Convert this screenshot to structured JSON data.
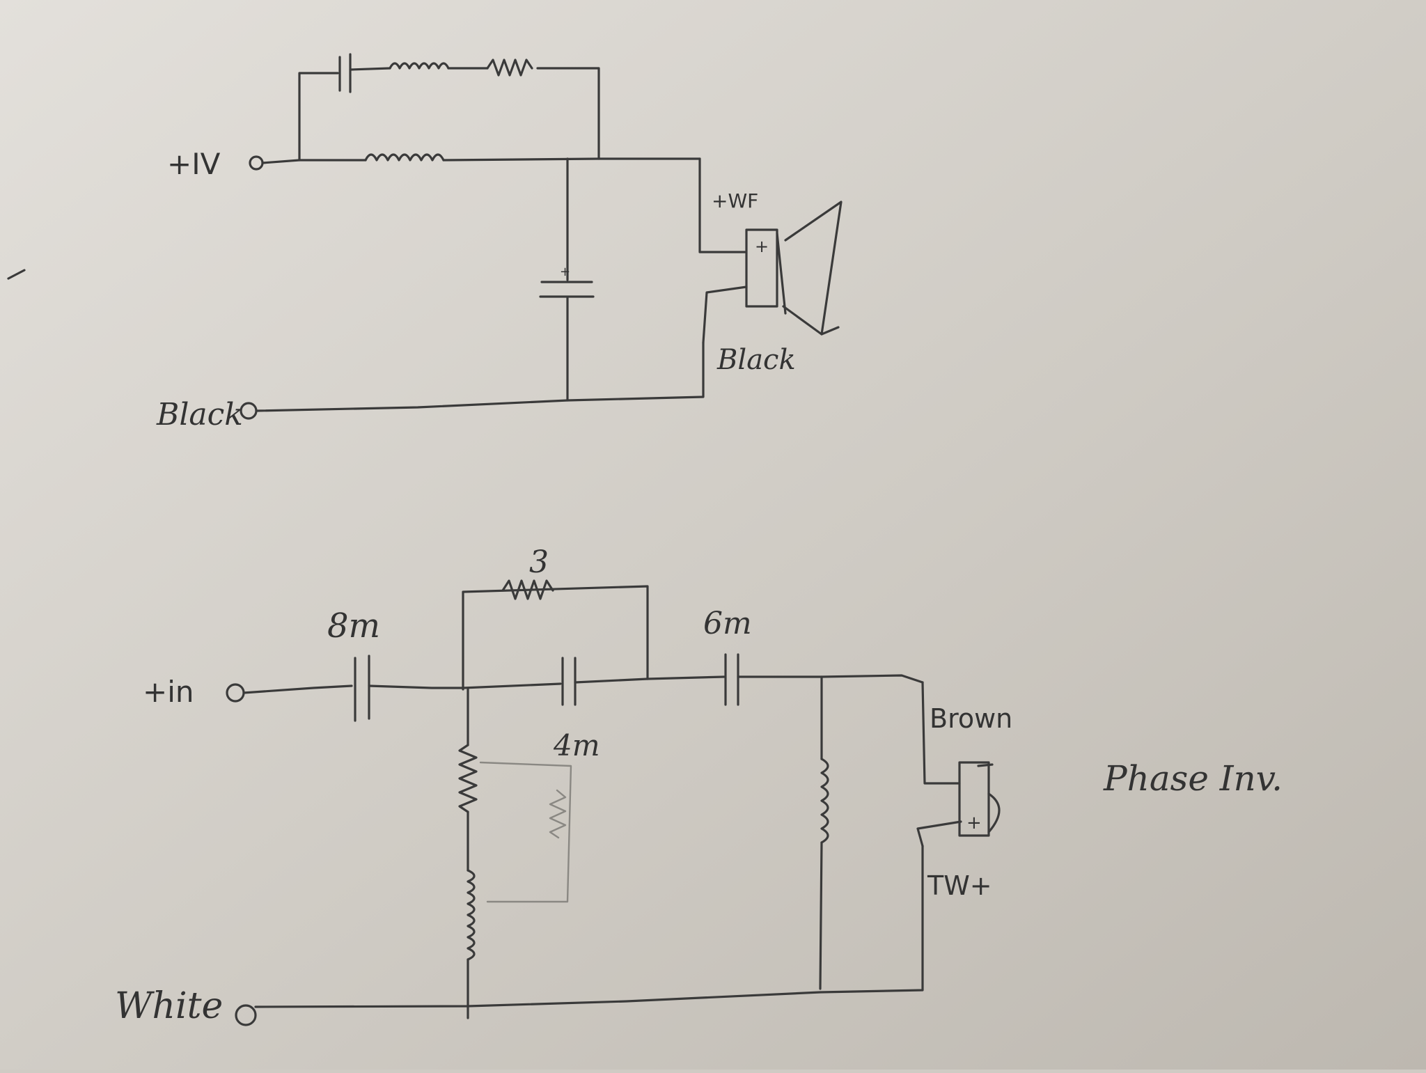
{
  "colors": {
    "paper": "#cfcbc4",
    "pencil": "#3a3a3a",
    "faint_pencil": "#8a8883"
  },
  "woofer_circuit": {
    "input_positive_label": "+IV",
    "input_negative_label": "Black",
    "speaker_positive_label": "+WF",
    "speaker_negative_label": "Black",
    "speaker_polarity": "+"
  },
  "tweeter_circuit": {
    "input_positive_label": "+in",
    "input_negative_label": "White",
    "series_cap_1_label": "8m",
    "parallel_resistor_label": "3",
    "parallel_cap_label": "4m",
    "series_cap_2_label": "6m",
    "speaker_negative_label": "Brown",
    "speaker_positive_label": "TW+",
    "speaker_polarity": "+",
    "note": "Phase Inv."
  },
  "icons": {
    "speaker": "loudspeaker-symbol",
    "capacitor": "capacitor-symbol",
    "inductor": "inductor-coil-symbol",
    "resistor": "resistor-zigzag-symbol",
    "terminal": "open-circle-terminal"
  }
}
